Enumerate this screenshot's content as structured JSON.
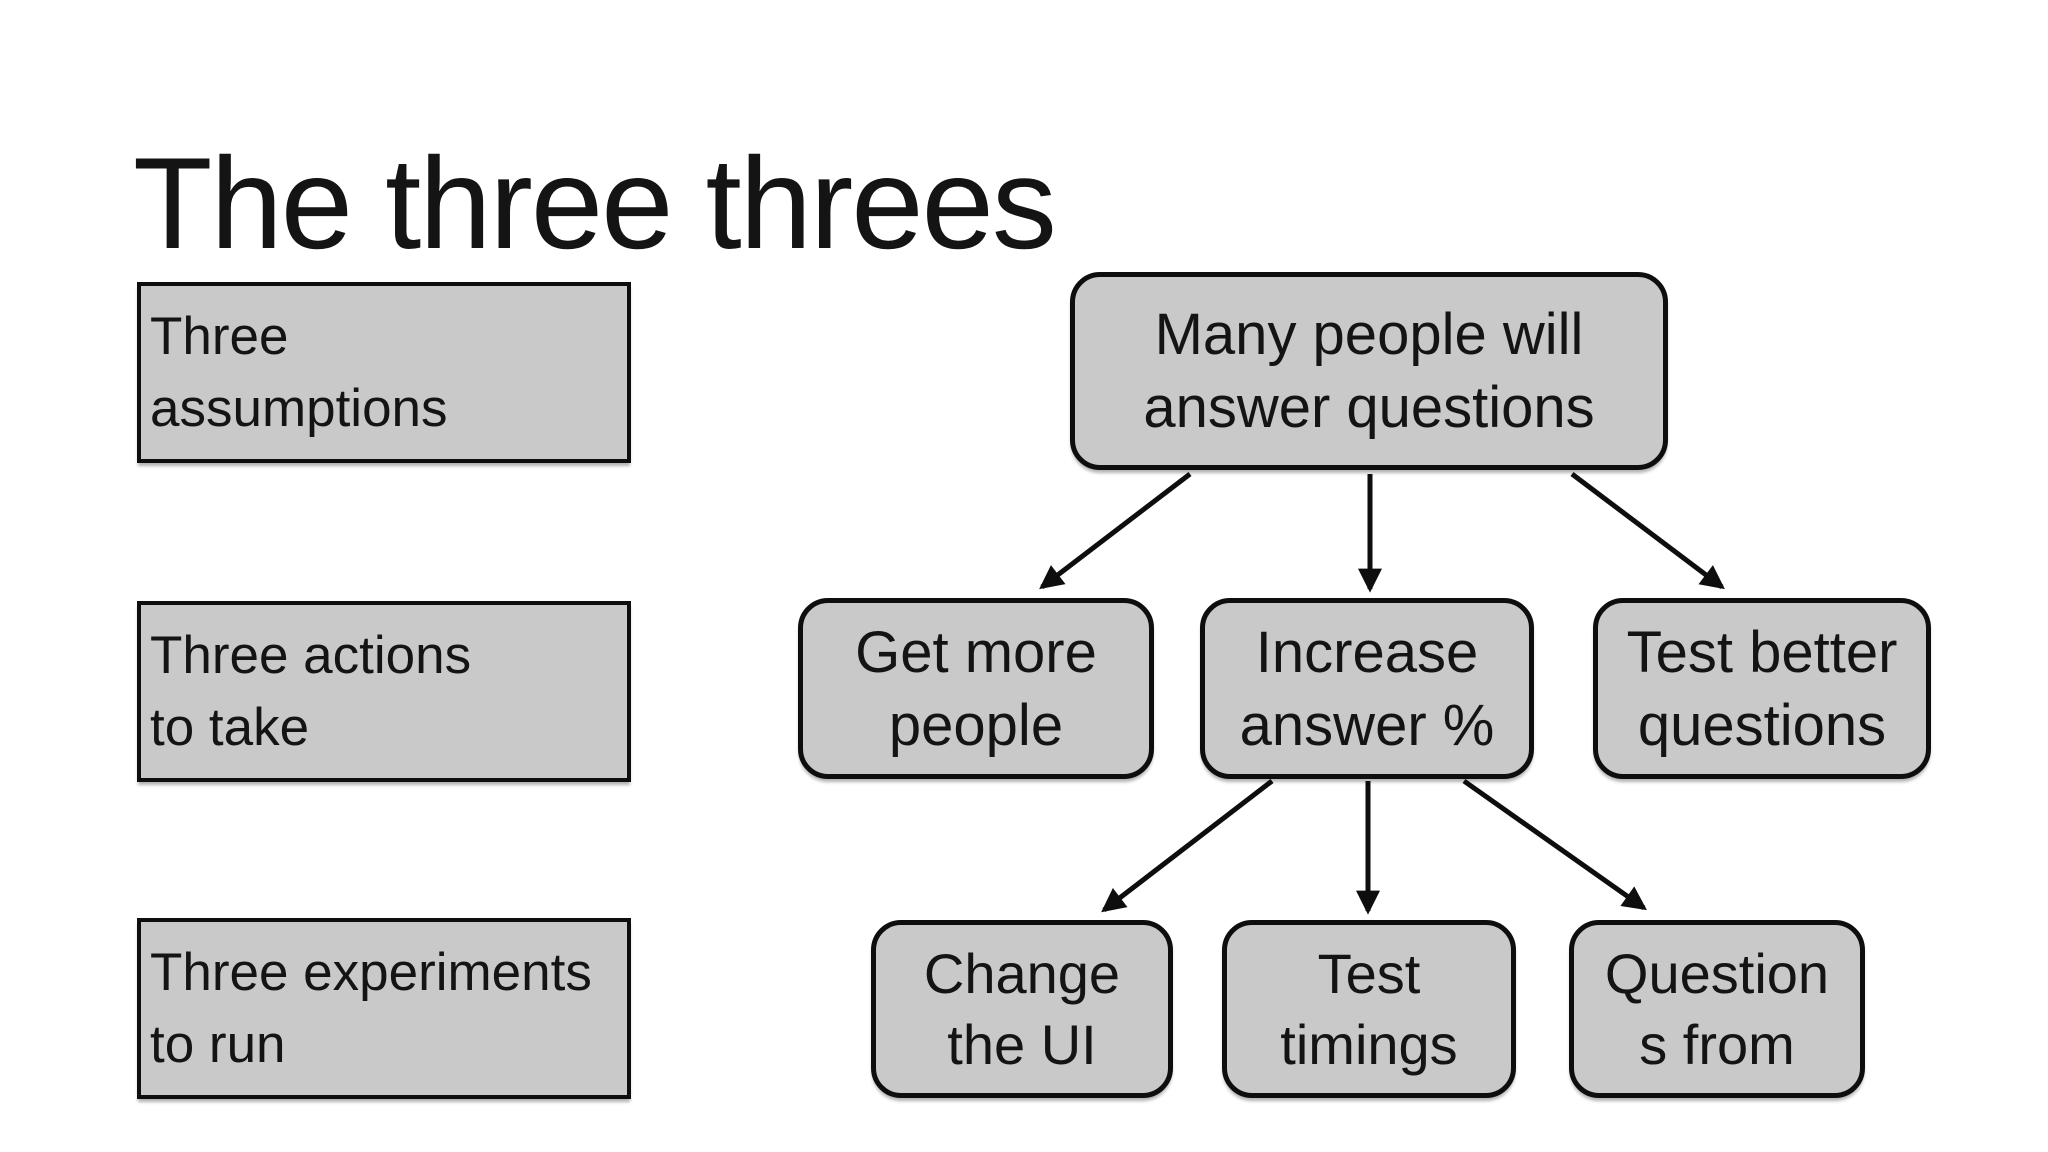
{
  "title": "The three threes",
  "colors": {
    "background": "#ffffff",
    "box_fill": "#c9c9c9",
    "box_border": "#0e0e0e",
    "text": "#141414",
    "arrow": "#0e0e0e"
  },
  "row_labels": [
    {
      "id": "assumptions",
      "label": "Three\nassumptions"
    },
    {
      "id": "actions",
      "label": "Three actions\nto take"
    },
    {
      "id": "experiments",
      "label": "Three experiments\nto run"
    }
  ],
  "tree": {
    "root": {
      "label": "Many people will\nanswer questions"
    },
    "level1": [
      {
        "label": "Get more\npeople"
      },
      {
        "label": "Increase\nanswer %"
      },
      {
        "label": "Test better\nquestions"
      }
    ],
    "level2": [
      {
        "label": "Change\nthe UI"
      },
      {
        "label": "Test\ntimings"
      },
      {
        "label": "Question\ns from"
      }
    ]
  }
}
